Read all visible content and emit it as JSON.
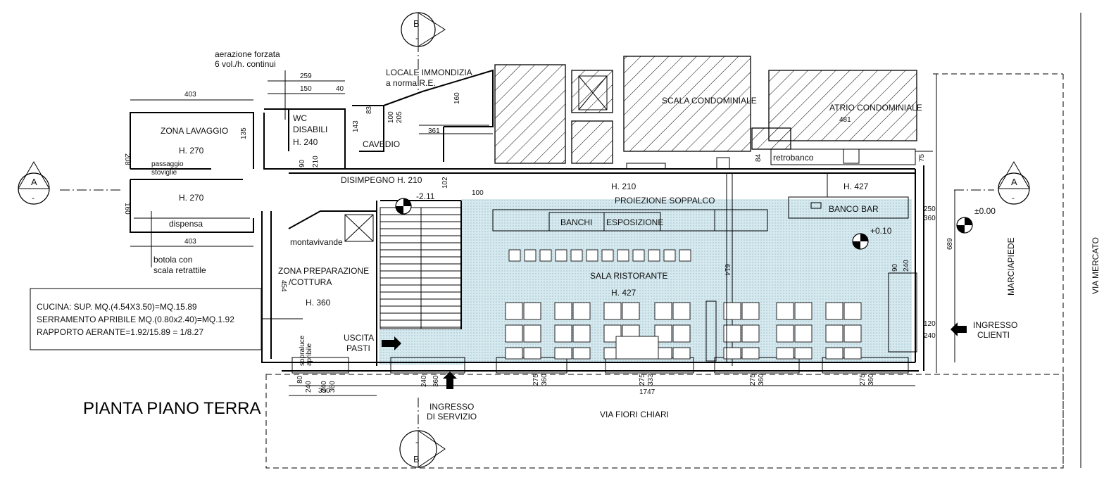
{
  "drawing": {
    "title": "PIANTA PIANO TERRA",
    "section_a": "A",
    "section_b": "B",
    "section_dash": "-"
  },
  "rooms": {
    "zona_lavaggio": "ZONA LAVAGGIO",
    "zona_lavaggio_h": "H. 270",
    "passaggio_1": "passaggio",
    "passaggio_2": "stoviglie",
    "dispensa_h": "H. 270",
    "dispensa": "dispensa",
    "botola_1": "botola con",
    "botola_2": "scala retrattile",
    "aerazione_1": "aerazione forzata",
    "aerazione_2": "6 vol./h. continui",
    "wc_1": "WC",
    "wc_2": "DISABILI",
    "wc_h": "H. 240",
    "cavedio": "CAVEDIO",
    "locale_immondizia_1": "LOCALE IMMONDIZIA",
    "locale_immondizia_2": "a norma R.E.",
    "scala_condominiale": "SCALA CONDOMINIALE",
    "atrio_condominiale": "ATRIO CONDOMINIALE",
    "disimpegno": "DISIMPEGNO H. 210",
    "montavivande": "montavivande",
    "zona_preparazione_1": "ZONA PREPARAZIONE",
    "zona_preparazione_2": "/COTTURA",
    "zona_preparazione_h": "H. 360",
    "h210": "H. 210",
    "proiezione": "PROIEZIONE SOPPALCO",
    "banchi": "BANCHI",
    "esposizione": "ESPOSIZIONE",
    "sala": "SALA RISTORANTE",
    "sala_h": "H. 427",
    "retrobanco": "retrobanco",
    "banco_bar": "BANCO BAR",
    "bar_h": "H. 427",
    "uscita_1": "USCITA",
    "uscita_2": "PASTI",
    "ingresso_servizio_1": "INGRESSO",
    "ingresso_servizio_2": "DI SERVIZIO",
    "ingresso_clienti_1": "INGRESSO",
    "ingresso_clienti_2": "CLIENTI",
    "via_fiori": "VIA FIORI CHIARI",
    "marciapiede": "MARCIAPIEDE",
    "via_mercato": "VIA MERCATO",
    "sopraluce_1": "sopraluce",
    "sopraluce_2": "apribile"
  },
  "levels": {
    "lvl_neg": "-2.11",
    "lvl_zero": "±0.00",
    "lvl_pos": "+0.10"
  },
  "calc_box": {
    "line1": "CUCINA: SUP. MQ.(4.54X3.50)=MQ.15.89",
    "line2": "SERRAMENTO APRIBILE MQ.(0.80x2.40)=MQ.1.92",
    "line3": "RAPPORTO AERANTE=1.92/15.89 = 1/8.27"
  },
  "dims": {
    "d403_top": "403",
    "d403_bot": "403",
    "d259": "259",
    "d150": "150",
    "d40": "40",
    "d135": "135",
    "d208": "208",
    "d160_left": "160",
    "d143": "143",
    "d83": "83",
    "d100": "100",
    "d205": "205",
    "d361": "361",
    "d160_top": "160",
    "d90": "90",
    "d210": "210",
    "d102": "102",
    "d100b": "100",
    "d454": "454",
    "d614": "614",
    "d84": "84",
    "d481": "481",
    "d75": "75",
    "d250": "250",
    "d360_bar": "360",
    "d689": "689",
    "d90b": "90",
    "d240b": "240",
    "d120": "120",
    "d240c": "240",
    "d80": "80",
    "d240_w1": "240",
    "d240_w2": "240",
    "d360_w2": "360",
    "d350": "350",
    "d240_d": "240",
    "d360_d": "360",
    "d275_1": "275",
    "d360_1": "360",
    "d275_2": "275",
    "d333": "333",
    "d1747": "1747",
    "d275_3": "275",
    "d360_3": "360",
    "d275_4": "275",
    "d360_4": "360"
  },
  "colors": {
    "fill_sala": "#d6e9ef",
    "ink": "#000000"
  }
}
